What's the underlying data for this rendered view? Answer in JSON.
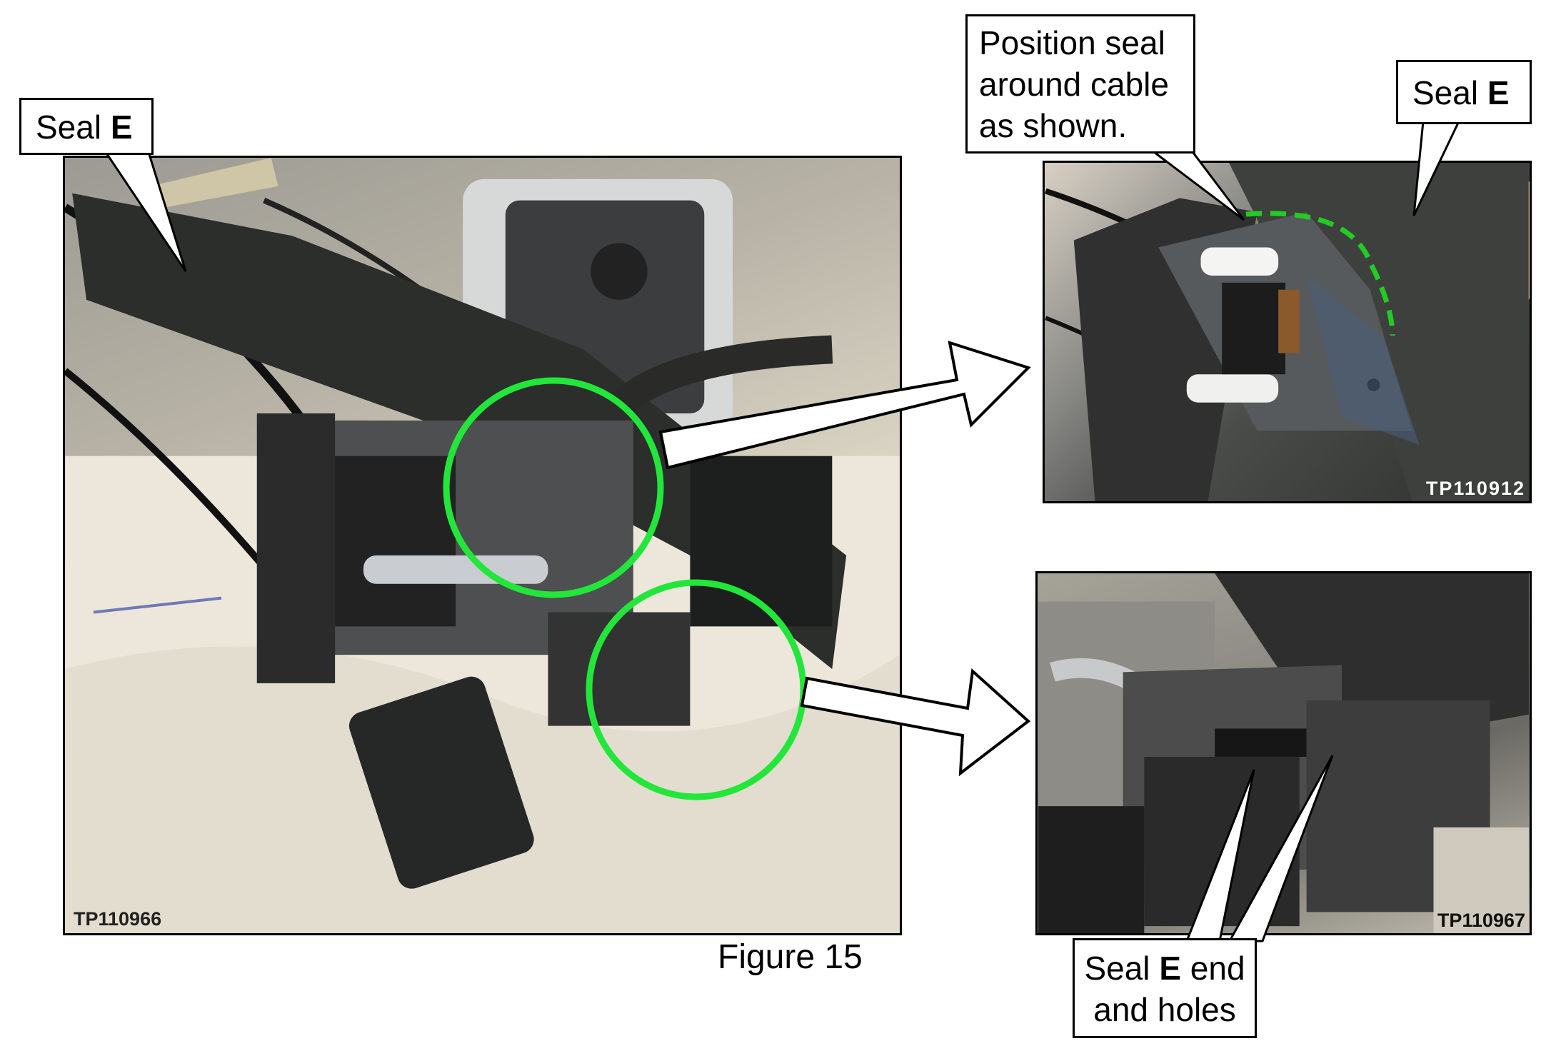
{
  "figure": {
    "caption": "Figure 15",
    "main_photo": {
      "code": "TP110966"
    },
    "inset_top": {
      "code": "TP110912"
    },
    "inset_bottom": {
      "code": "TP110967"
    }
  },
  "callouts": {
    "seal_e_left": {
      "prefix": "Seal ",
      "bold": "E"
    },
    "position_seal": {
      "line1": "Position seal",
      "line2": "around cable",
      "line3": "as shown."
    },
    "seal_e_right": {
      "prefix": "Seal ",
      "bold": "E"
    },
    "seal_e_end": {
      "prefix": "Seal ",
      "bold": "E",
      "suffix": " end",
      "line2": "and holes"
    }
  },
  "colors": {
    "highlight_circle": "#22e63a",
    "dashed_outline": "#22cc22"
  }
}
